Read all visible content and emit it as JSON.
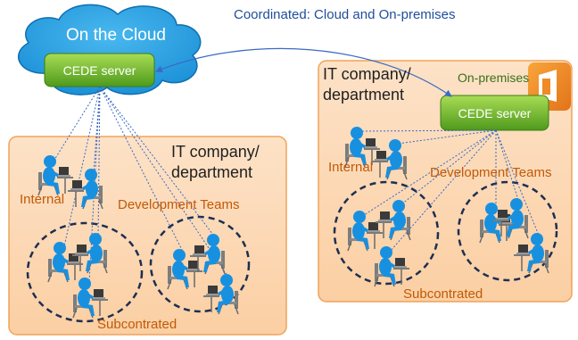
{
  "top_link_label": "Coordinated: Cloud and On-premises",
  "cloud": {
    "title": "On the Cloud",
    "server_label": "CEDE server"
  },
  "left_site": {
    "title_line1": "IT company/",
    "title_line2": "department",
    "internal_label": "Internal",
    "teams_label": "Development Teams",
    "subcontracted_label": "Subcontrated"
  },
  "right_site": {
    "title_line1": "IT company/",
    "title_line2": "department",
    "onprem_label": "On-premises",
    "server_label": "CEDE server",
    "internal_label": "Internal",
    "teams_label": "Development Teams",
    "subcontracted_label": "Subcontrated"
  },
  "colors": {
    "cloud": "#1b9ee2",
    "server_green": "#6fb52c",
    "site_fill": "#fbd6b2",
    "site_border": "#f0a35a",
    "person": "#1890e0",
    "link_line": "#3a6bc4",
    "dashed_circle": "#1d2f52"
  }
}
